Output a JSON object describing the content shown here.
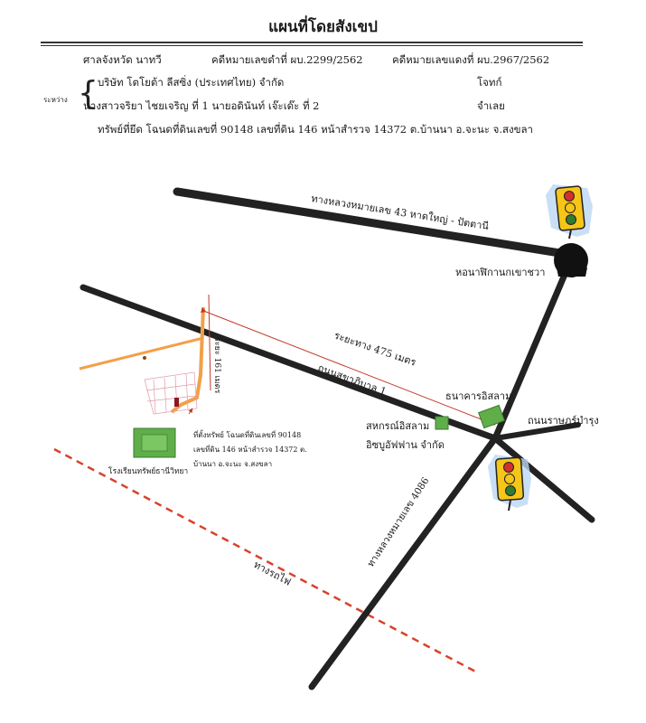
{
  "header": {
    "title": "แผนที่โดยสังเขป",
    "court": "ศาลจังหวัด นาทวี",
    "black_case": "คดีหมายเลขดำที่ ผบ.2299/2562",
    "red_case": "คดีหมายเลขแดงที่ ผบ.2967/2562",
    "between_label": "ระหว่าง",
    "plaintiff": "บริษัท โตโยต้า ลีสซิ่ง (ประเทศไทย) จำกัด",
    "plaintiff_role": "โจทก์",
    "defendant": "นางสาวจริยา ไชยเจริญ ที่ 1 นายอดินันท์ เจ๊ะเด๊ะ ที่ 2",
    "defendant_role": "จำเลย",
    "seized_property": "ทรัพย์ที่ยึด โฉนดที่ดินเลขที่ 90148 เลขที่ดิน 146 หน้าสำรวจ 14372 ต.บ้านนา อ.จะนะ จ.สงขลา"
  },
  "map": {
    "highway_43": "ทางหลวงหมายเลข 43 หาดใหญ่ - ปัตตานี",
    "clock_tower": "หอนาฬิกานกเขาชวา",
    "distance": "ระยะทาง 475 เมตร",
    "sukhapiban_road": "ถนนสุขาภิบาล 1",
    "islamic_bank": "ธนาคารอิสลาม",
    "ratburana_road": "ถนนราษฎร์บำรุง",
    "coop": "สหกรณ์อิสลาม",
    "coop_line2": "อิซบูอัฟฟาน จำกัด",
    "distance_side": "ระยะ 161 เมตร",
    "property_line1": "ที่ตั้งทรัพย์ โฉนดที่ดินเลขที่ 90148",
    "property_line2": "เลขที่ดิน 146 หน้าสำรวจ 14372 ต.",
    "property_line3": "บ้านนา อ.จะนะ จ.สงขลา",
    "school": "โรงเรียนทรัพย์ธานีวิทยา",
    "highway_4086": "ทางหลวงหมายเลข 4086",
    "railway": "ทางรถไฟ"
  },
  "colors": {
    "road": "#222222",
    "orange_road": "#f2a04a",
    "red_line": "#c0392b",
    "railway": "#d9412b",
    "building": "#5fae4a",
    "traffic_light": "#f5c518"
  },
  "icons": [
    "traffic-light-icon",
    "roundabout-icon",
    "building-icon"
  ]
}
